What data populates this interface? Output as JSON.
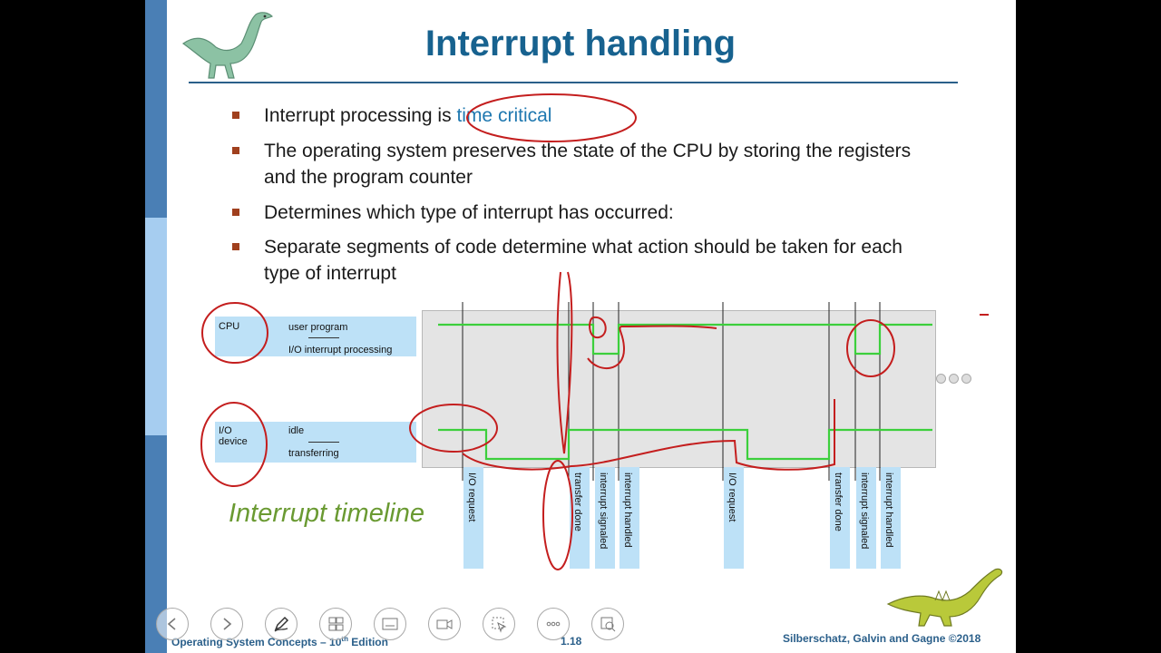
{
  "slide": {
    "title": "Interrupt handling",
    "bullets": [
      {
        "pre": "Interrupt processing is ",
        "highlight": "time critical",
        "post": ""
      },
      {
        "pre": "The operating system preserves the state of the CPU by storing the registers and the program counter",
        "highlight": "",
        "post": ""
      },
      {
        "pre": "Determines which type of interrupt has occurred:",
        "highlight": "",
        "post": ""
      },
      {
        "pre": "Separate segments of code determine what action should be taken for each type of interrupt",
        "highlight": "",
        "post": ""
      }
    ],
    "diagram": {
      "cpu_label": "CPU",
      "cpu_state_top": "user program",
      "cpu_state_bottom": "I/O interrupt processing",
      "io_label": "I/O device",
      "io_state_top": "idle",
      "io_state_bottom": "transferring",
      "events": [
        "I/O request",
        "transfer done",
        "interrupt signaled",
        "interrupt handled",
        "I/O request",
        "transfer done",
        "interrupt signaled",
        "interrupt handled"
      ],
      "caption": "Interrupt timeline"
    },
    "footer": {
      "left": "Operating System Concepts – 10",
      "left_sup": "th",
      "left_tail": " Edition",
      "page": "1.18",
      "right": "Silberschatz, Galvin and Gagne ©2018"
    }
  },
  "colors": {
    "title": "#17628f",
    "bullet_marker": "#a0401e",
    "highlight": "#1f78b0",
    "timeline_line": "#3ccf3c",
    "annotation": "#c41e1e",
    "caption": "#6a9a32"
  },
  "controls": [
    "previous-icon",
    "next-icon",
    "pen-icon",
    "slides-icon",
    "subtitles-icon",
    "camera-icon",
    "pointer-icon",
    "more-icon",
    "zoom-icon"
  ]
}
